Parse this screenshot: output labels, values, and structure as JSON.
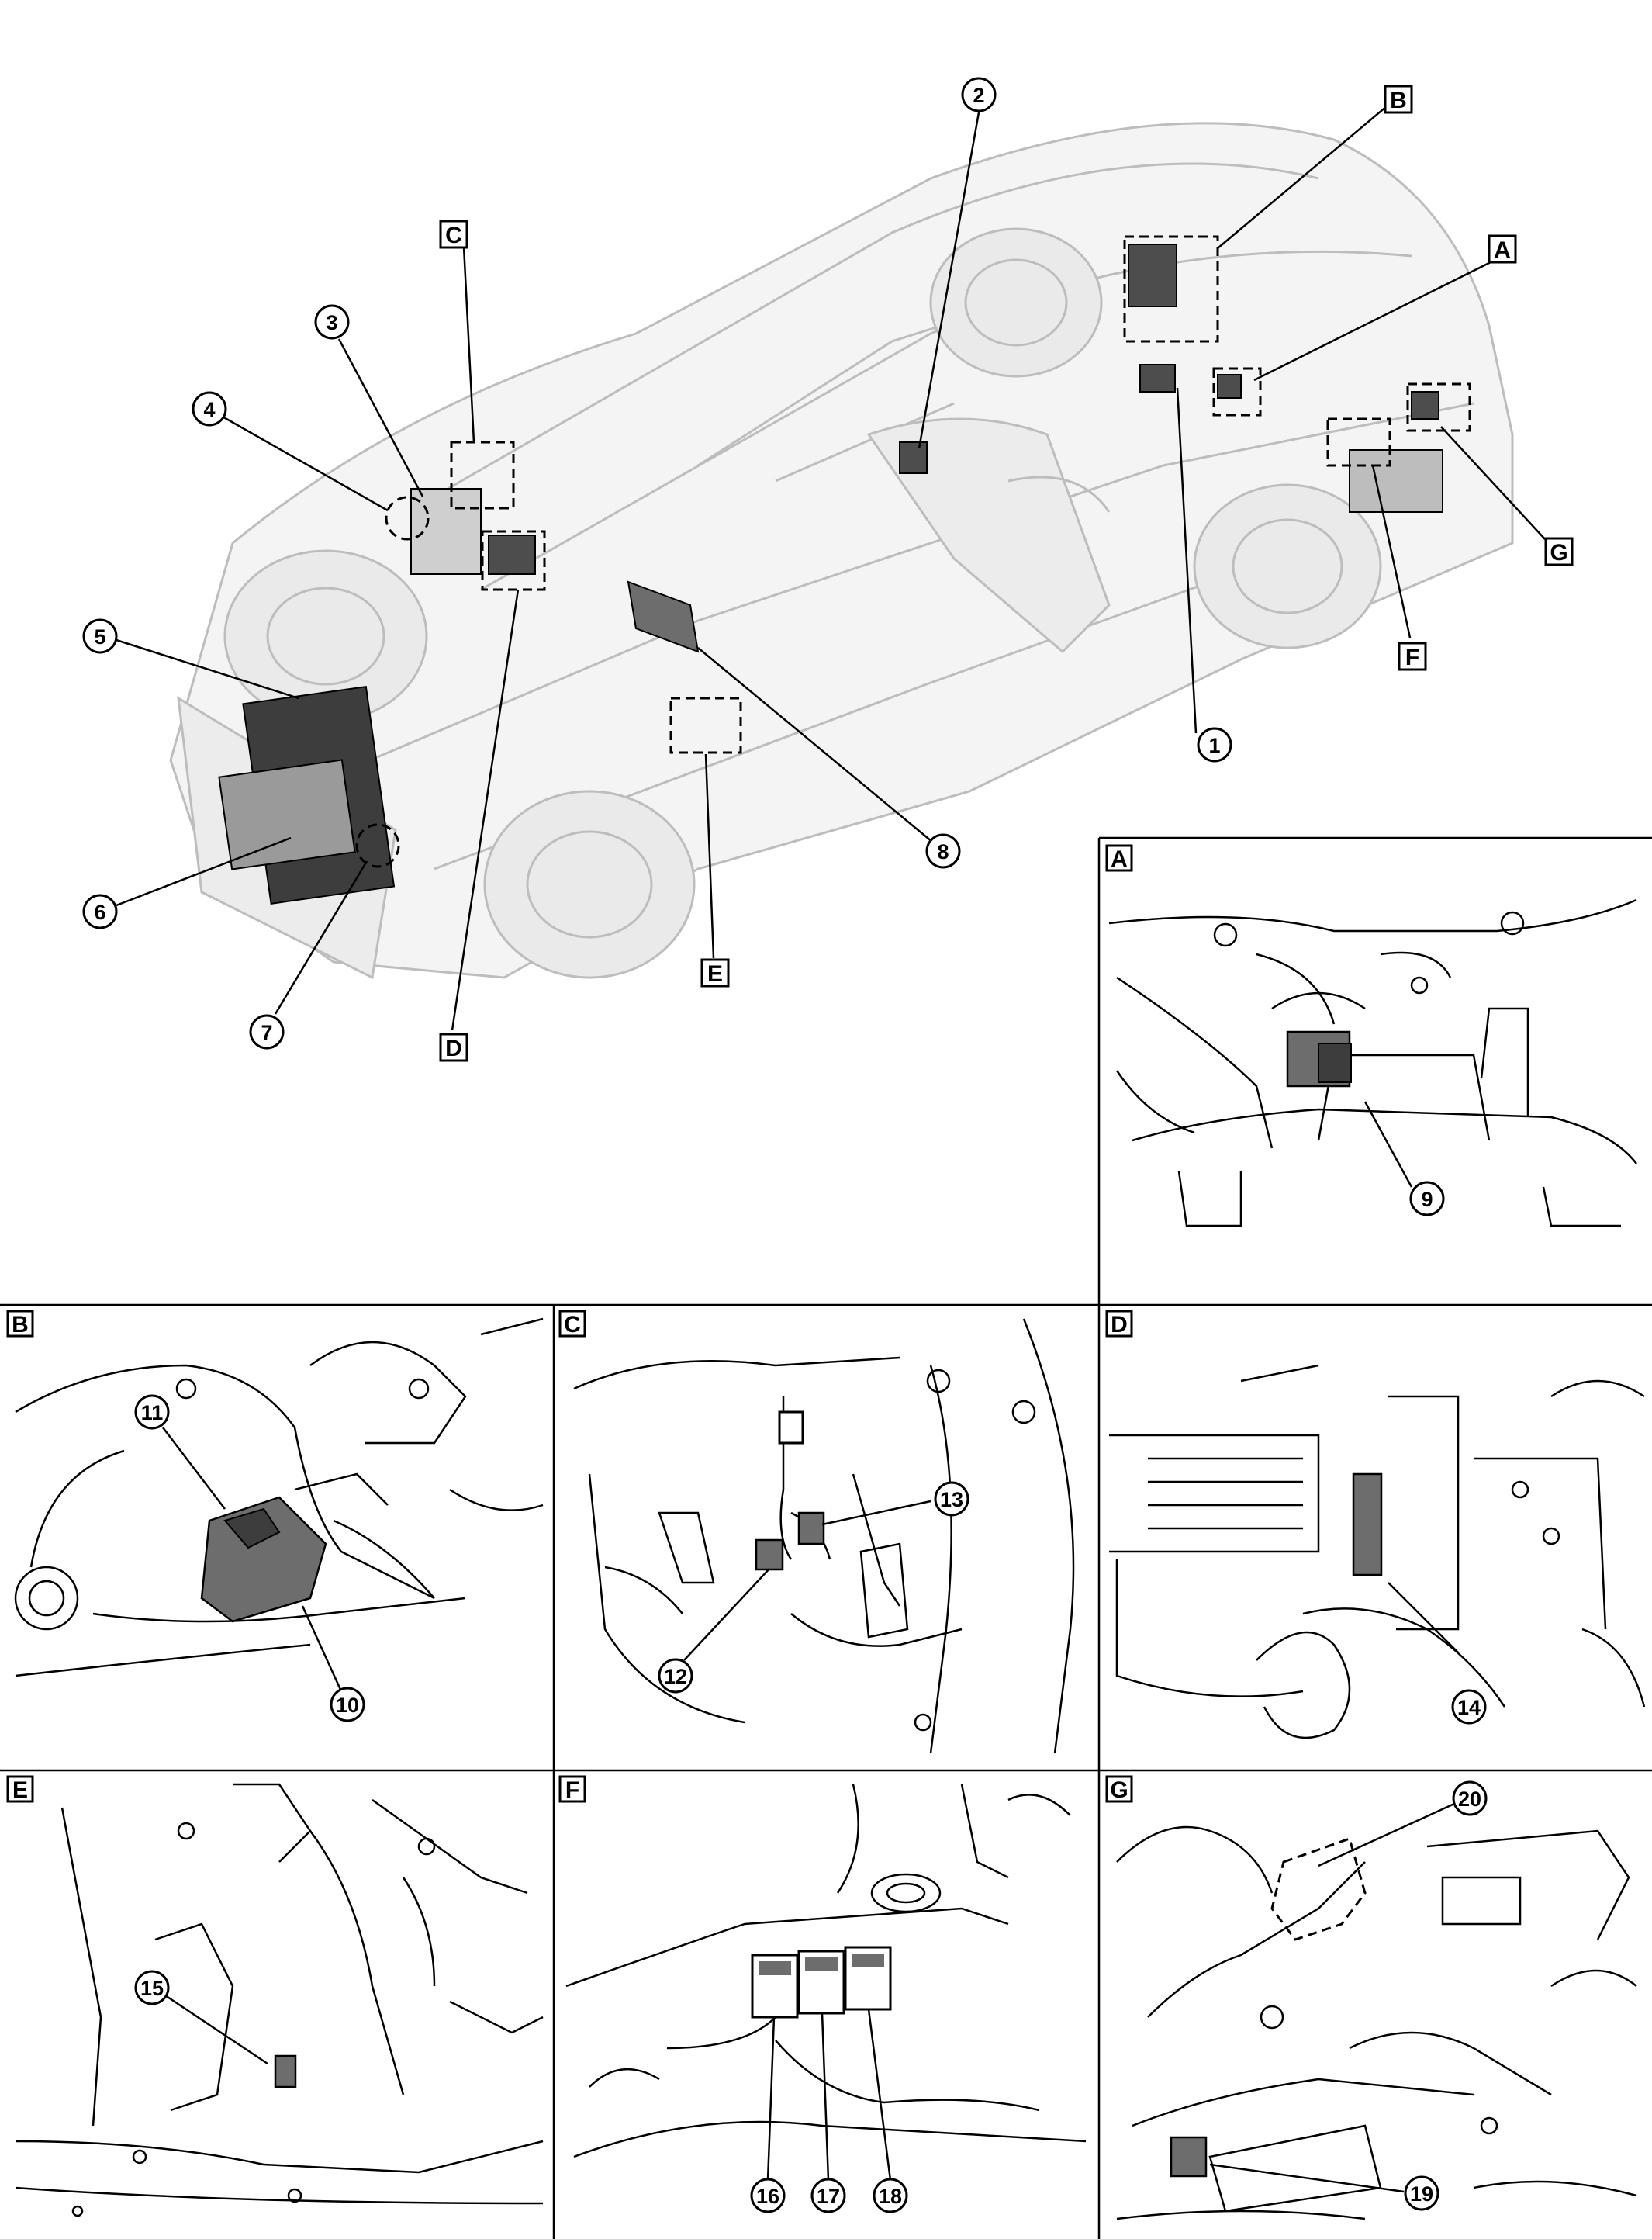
{
  "overview": {
    "callouts": [
      "1",
      "2",
      "3",
      "4",
      "5",
      "6",
      "7",
      "8"
    ],
    "view_labels": [
      "A",
      "B",
      "C",
      "D",
      "E",
      "F",
      "G"
    ]
  },
  "panels": [
    {
      "id": "A",
      "label": "A",
      "callouts": [
        "9"
      ]
    },
    {
      "id": "B",
      "label": "B",
      "callouts": [
        "10",
        "11"
      ]
    },
    {
      "id": "C",
      "label": "C",
      "callouts": [
        "12",
        "13"
      ]
    },
    {
      "id": "D",
      "label": "D",
      "callouts": [
        "14"
      ]
    },
    {
      "id": "E",
      "label": "E",
      "callouts": [
        "15"
      ]
    },
    {
      "id": "F",
      "label": "F",
      "callouts": [
        "16",
        "17",
        "18"
      ]
    },
    {
      "id": "G",
      "label": "G",
      "callouts": [
        "19",
        "20"
      ]
    }
  ],
  "style": {
    "line": "#000000",
    "fill_light": "#f2f2f2",
    "fill_mid": "#d9d9d9",
    "fill_dark": "#4d4d4d",
    "background": "#ffffff"
  }
}
